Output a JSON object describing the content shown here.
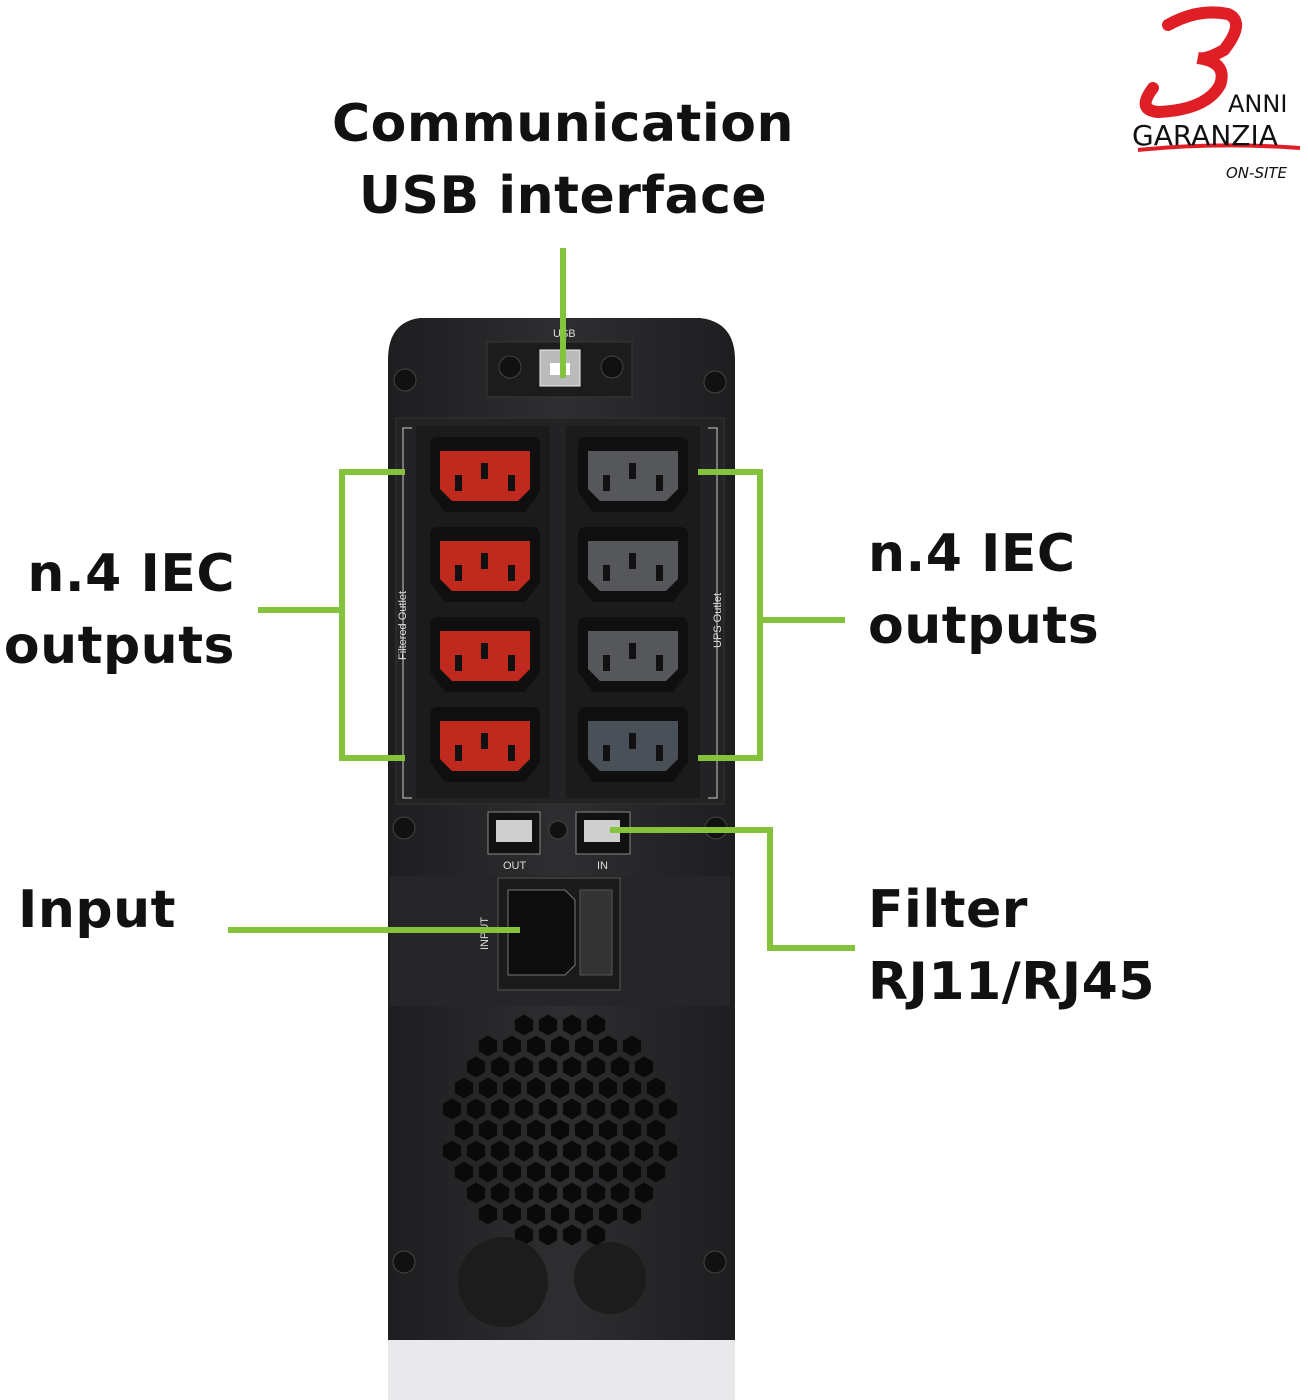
{
  "callouts": {
    "usb": {
      "line1": "Communication",
      "line2": "USB interface"
    },
    "filtered_outputs": {
      "line1": "n.4 IEC",
      "line2": "outputs"
    },
    "ups_outputs": {
      "line1": "n.4 IEC",
      "line2": "outputs"
    },
    "input": {
      "line1": "Input"
    },
    "filter": {
      "line1": "Filter",
      "line2": "RJ11/RJ45"
    }
  },
  "device_labels": {
    "usb": "USB",
    "filtered_outlet": "Filtered Outlet",
    "ups_outlet": "UPS Outlet",
    "rj_out": "OUT",
    "rj_in": "IN",
    "input": "INPUT"
  },
  "logo": {
    "number": "3",
    "anni": "ANNI",
    "garanzia": "GARANZIA",
    "onsite": "ON-SITE"
  },
  "colors": {
    "accent": "#86c33c",
    "filtered": "#c0291d",
    "ups": "#55575a",
    "body": "#2a2a2c",
    "logo_red": "#e01e26"
  }
}
